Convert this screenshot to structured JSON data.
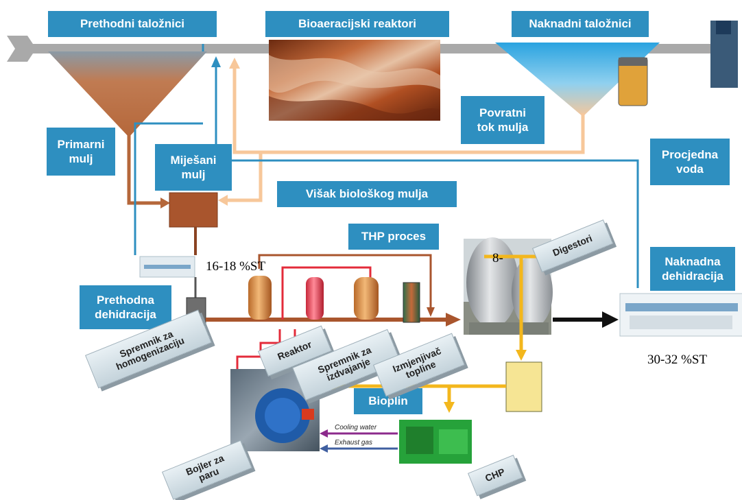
{
  "labels": {
    "prethodni_talozici": "Prethodni taložnici",
    "bioaeracijski_reaktori": "Bioaeracijski reaktori",
    "naknadni_talozici": "Naknadni taložnici",
    "primarni_mulj": "Primarni\nmulj",
    "mijesani_mulj": "Miješani\nmulj",
    "povratni_tok_mulja": "Povratni\ntok mulja",
    "procjedna_voda": "Procjedna\nvoda",
    "visak_bioloskog_mulja": "Višak biološkog mulja",
    "thp_proces": "THP proces",
    "prethodna_dehidracija": "Prethodna\ndehidracija",
    "naknadna_dehidracija": "Naknadna\ndehidracija",
    "bioplin": "Bioplin"
  },
  "percentages": {
    "st_16_18": "16-18 %ST",
    "st_8": "8-",
    "st_30_32": "30-32 %ST"
  },
  "tiles": {
    "spremnik_homogenizacija": "Spremnik za\nhomogenizaciju",
    "reaktor": "Reaktor",
    "spremnik_izdvajanje": "Spremnik za\nizdvajanje",
    "izmjenjivac_topline": "Izmjenjivač\ntopline",
    "digestori": "Digestori",
    "bojler_za_paru": "Bojler za\nparu",
    "chp": "CHP"
  },
  "annotations": {
    "cooling_water": "Cooling water",
    "exhaust_gas": "Exhaust gas"
  },
  "colors": {
    "label_bg": "#2e8fc0",
    "main_flow": "#a9a9a9",
    "sludge": "#b5673a",
    "return_sludge": "#f7c79a",
    "water": "#2e8fc0",
    "thp_red": "#e32b3a",
    "biogas": "#f3b71d",
    "cooling": "#8c2a8c",
    "exhaust": "#3f5fa0"
  }
}
